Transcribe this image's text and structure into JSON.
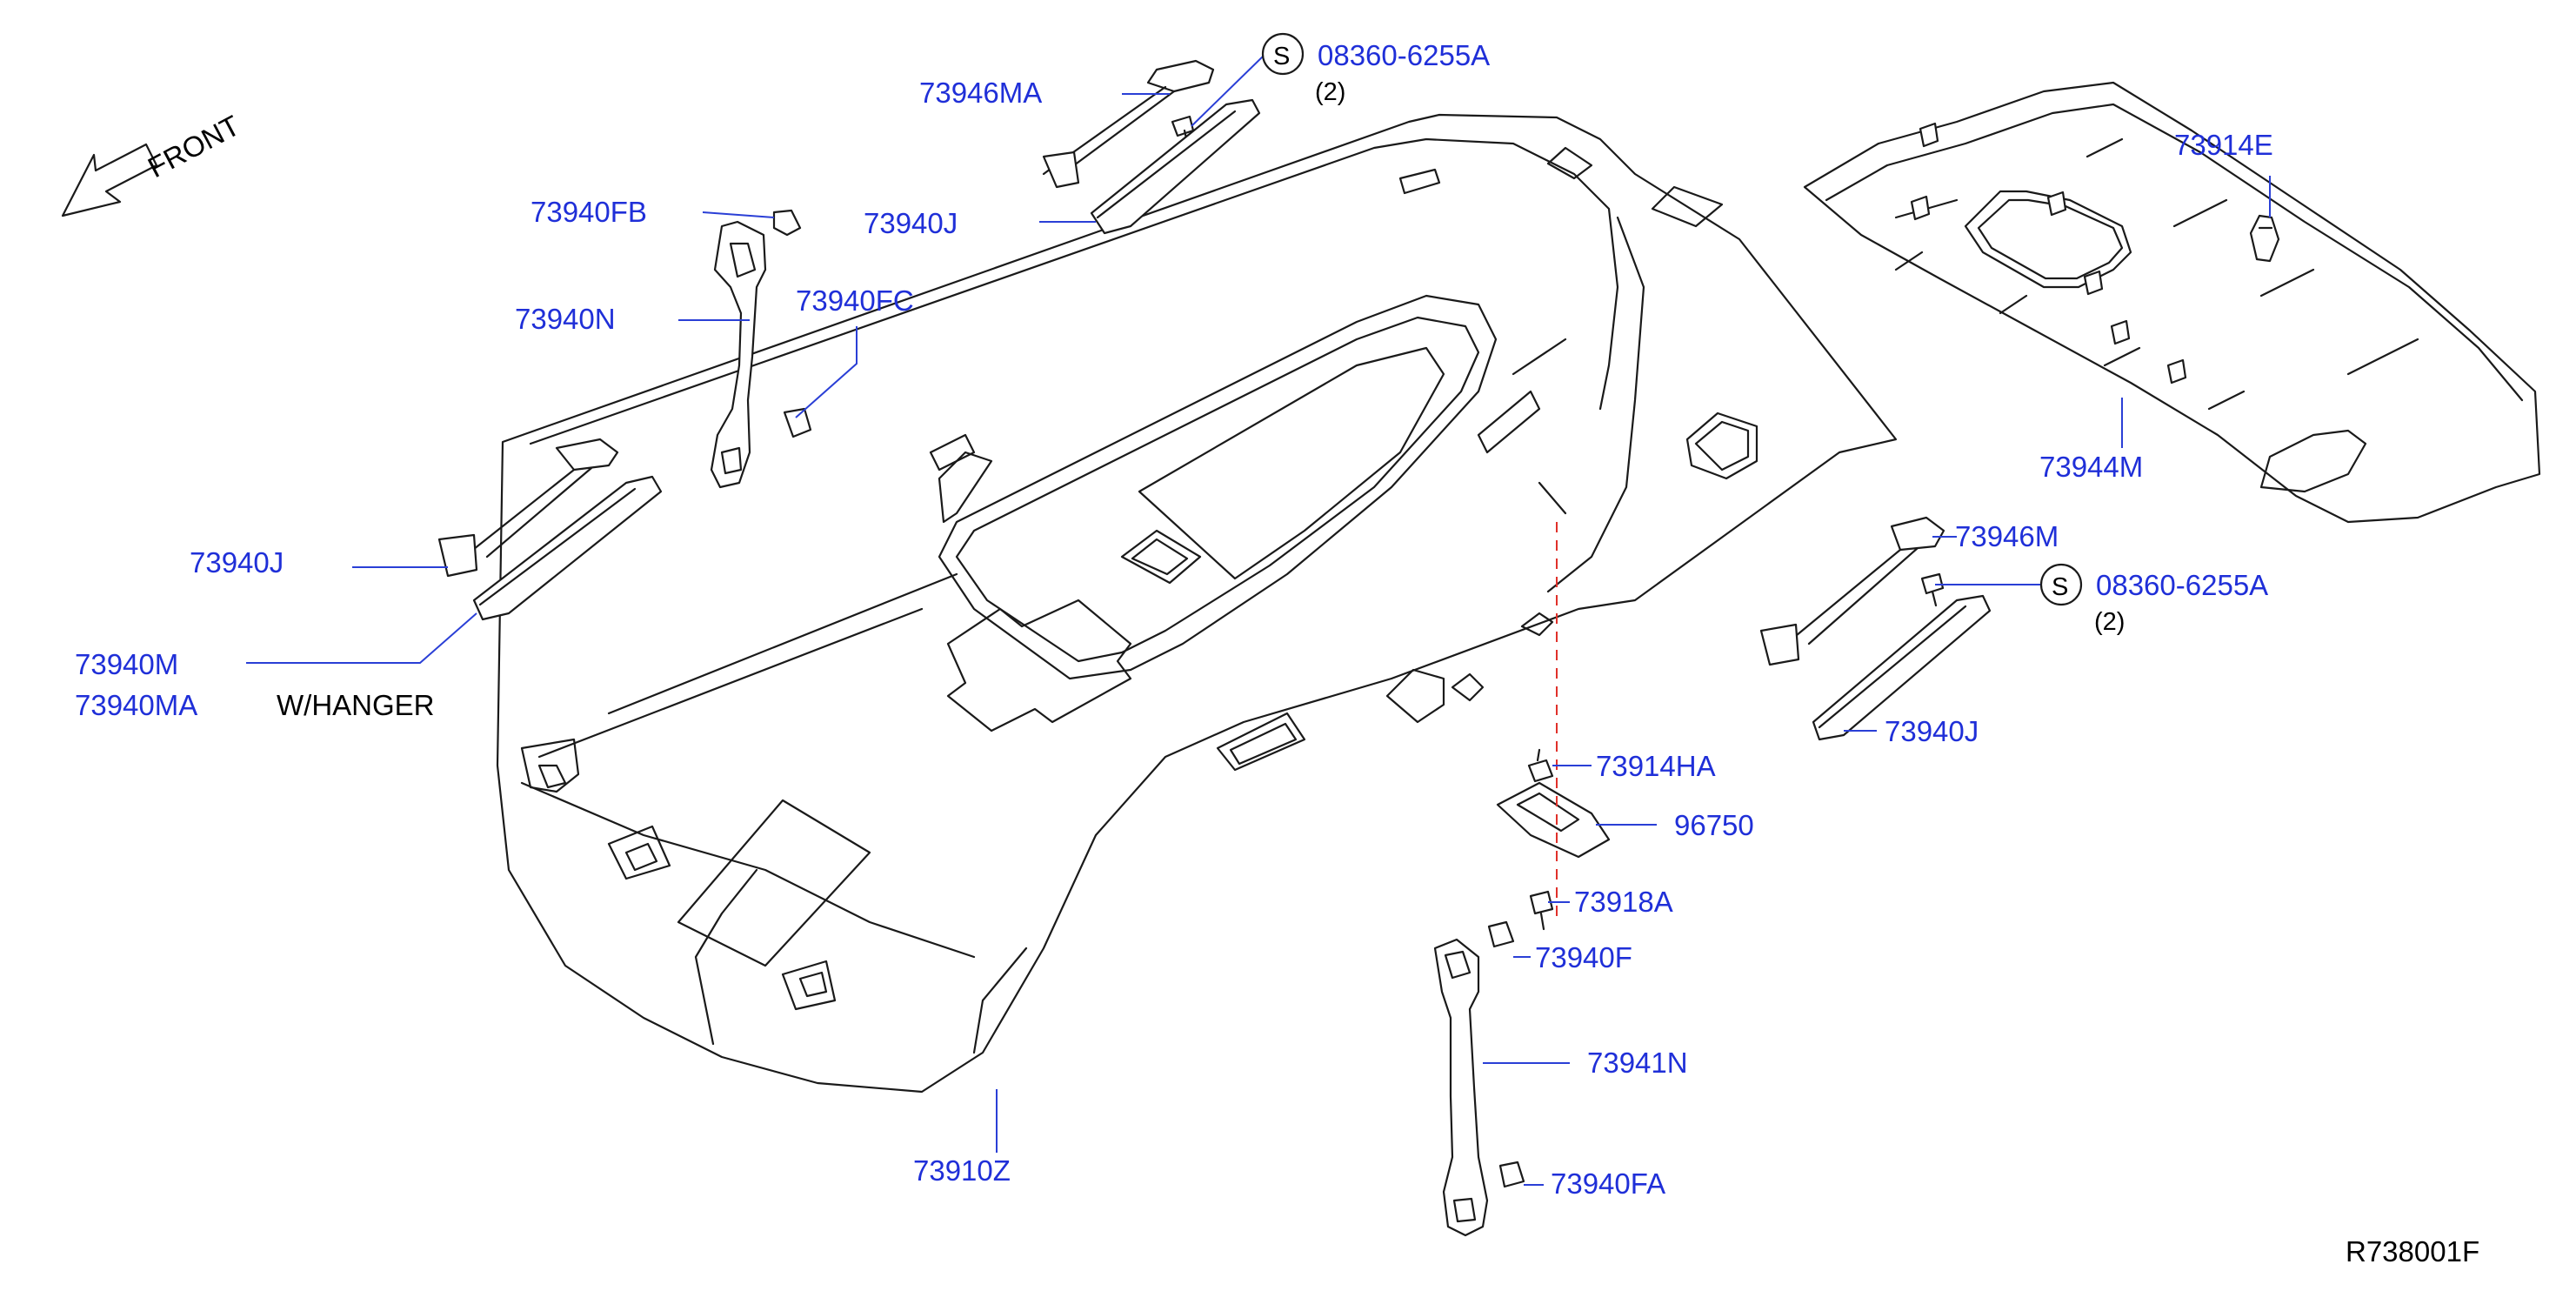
{
  "labels": {
    "p73946MA": "73946MA",
    "screwTop": "08360-6255A",
    "qtyTop": "(2)",
    "p73940FB": "73940FB",
    "p73940J_top": "73940J",
    "p73940N": "73940N",
    "p73940FC": "73940FC",
    "p73940J_left": "73940J",
    "p73940M": "73940M",
    "p73940MA": "73940MA",
    "whanger": "W/HANGER",
    "p73914E": "73914E",
    "p73944M": "73944M",
    "p73946M": "73946M",
    "screwRight": "08360-6255A",
    "qtyRight": "(2)",
    "p73940J_right": "73940J",
    "p73914HA": "73914HA",
    "p96750": "96750",
    "p73918A": "73918A",
    "p73940F": "73940F",
    "p73941N": "73941N",
    "p73940FA": "73940FA",
    "p73910Z": "73910Z",
    "front": "FRONT",
    "s_symbol": "S",
    "ref": "R738001F"
  },
  "colors": {
    "part_number": "#1f2fd8",
    "leader": "#2a3fd6",
    "centerline": "#e0302a",
    "outline": "#1a1a1a"
  }
}
